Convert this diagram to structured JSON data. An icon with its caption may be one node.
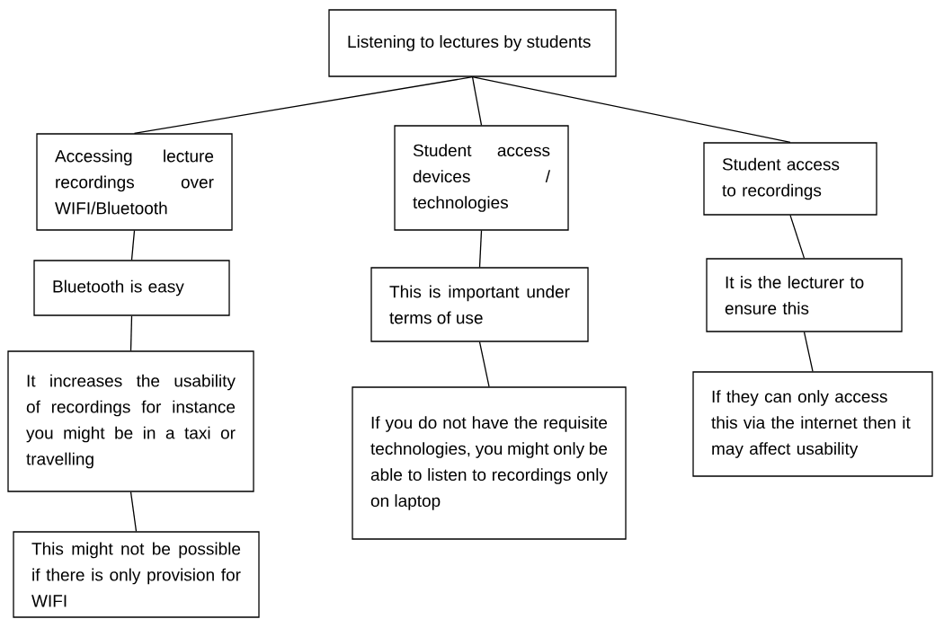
{
  "diagram": {
    "nodes": [
      {
        "text": [
          "Listening to lectures by students"
        ]
      },
      {
        "text": [
          "Accessing lecture recordings over WIFI/Bluetooth"
        ]
      },
      {
        "text": [
          "Student access devices / technologies"
        ]
      },
      {
        "text": [
          "Student access to recordings"
        ]
      },
      {
        "text": [
          "Bluetooth is easy"
        ]
      },
      {
        "text": [
          "It increases the usability of recordings for instance you might be in a taxi or travelling"
        ]
      },
      {
        "text": [
          "This is important under terms of use"
        ]
      },
      {
        "text": [
          "If you do not have the requisite technologies, you might only be able to listen to recordings only on laptop"
        ]
      },
      {
        "text": [
          "It is the lecturer to ensure this"
        ]
      },
      {
        "text": [
          "If they can only access this via the internet then it may affect usability"
        ]
      },
      {
        "text": [
          "This might not be possible if there is only provision for WIFI"
        ]
      }
    ],
    "edges": [
      {
        "from": 0,
        "to": 1,
        "arrow": "none"
      },
      {
        "from": 0,
        "to": 2,
        "arrow": "none"
      },
      {
        "from": 0,
        "to": 3,
        "arrow": "none"
      },
      {
        "from": 1,
        "to": 4,
        "arrow": "none"
      },
      {
        "from": 4,
        "to": 5,
        "arrow": "none"
      },
      {
        "from": 5,
        "to": 10,
        "arrow": "none"
      },
      {
        "from": 2,
        "to": 6,
        "arrow": "none"
      },
      {
        "from": 6,
        "to": 7,
        "arrow": "none"
      },
      {
        "from": 3,
        "to": 8,
        "arrow": "none"
      },
      {
        "from": 8,
        "to": 9,
        "arrow": "none"
      }
    ]
  }
}
